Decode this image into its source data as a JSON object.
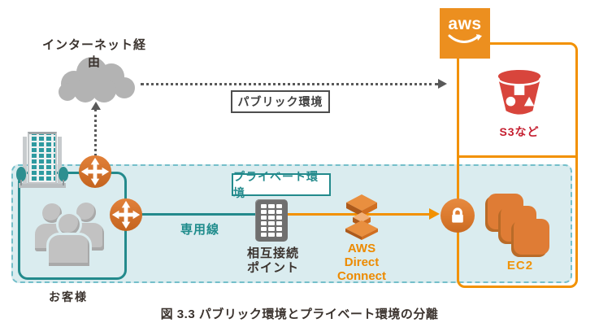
{
  "labels": {
    "internet": "インターネット経由",
    "public_env": "パブリック環境",
    "private_env": "プライベート環境",
    "customer": "お客様",
    "dedicated_line": "専用線",
    "interconnect_point_line1": "相互接続",
    "interconnect_point_line2": "ポイント",
    "direct_connect_line1": "AWS",
    "direct_connect_line2": "Direct",
    "direct_connect_line3": "Connect",
    "aws_logo": "aws",
    "s3": "S3など",
    "ec2": "EC2",
    "caption": "図 3.3 パブリック環境とプライベート環境の分離"
  },
  "colors": {
    "aws_border_orange": "#F29100",
    "icon_orange": "#DD7B31",
    "aws_logo_orange": "#EC8F1F",
    "teal": "#238A8C",
    "private_fill": "#DAECEF",
    "private_dash": "#74BFCA",
    "s3_red": "#D8453C",
    "s3_text_red": "#C51F30",
    "cloud_gray": "#B3B3B3",
    "connector_gray": "#595959",
    "text_dark": "#3B332E"
  }
}
